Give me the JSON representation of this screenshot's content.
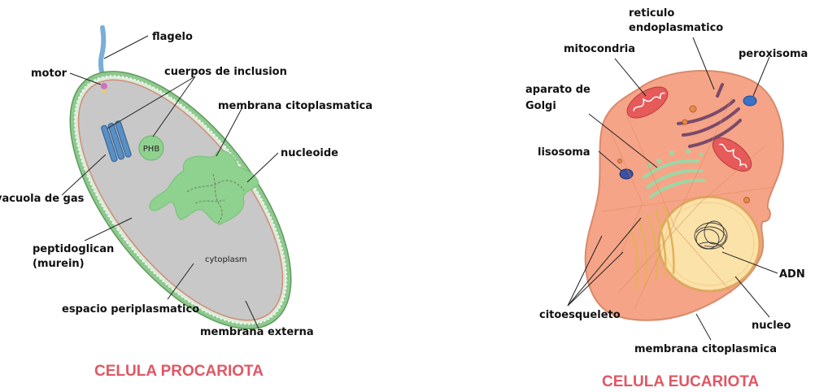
{
  "prokaryote": {
    "title": "CELULA PROCARIOTA",
    "labels": {
      "flagelo": "flagelo",
      "motor": "motor",
      "cuerpos": "cuerpos de inclusion",
      "membrana_citoplasmatica": "membrana citoplasmatica",
      "nucleoide": "nucleoide",
      "vacuola": "vacuola de gas",
      "peptidoglican_1": "peptidoglican",
      "peptidoglican_2": "(murein)",
      "espacio": "espacio periplasmatico",
      "membrana_externa": "membrana externa",
      "phb": "PHB",
      "cytoplasm": "cytoplasm"
    }
  },
  "eukaryote": {
    "title": "CELULA EUCARIOTA",
    "labels": {
      "reticulo_1": "reticulo",
      "reticulo_2": "endoplasmatico",
      "mitocondria": "mitocondria",
      "peroxisoma": "peroxisoma",
      "golgi_1": "aparato de",
      "golgi_2": "Golgi",
      "lisosoma": "lisosoma",
      "adn": "ADN",
      "citoesqueleto": "citoesqueleto",
      "nucleo": "nucleo",
      "membrana_citoplasmica": "membrana citoplasmica"
    }
  },
  "colors": {
    "title": "#e05763",
    "prokaryote_wall": "#8fc98f",
    "prokaryote_cytoplasm": "#c8c8c8",
    "nucleoid": "#8fd18f",
    "flagellum": "#7aaed6",
    "gas_vesicle": "#5a8fc4",
    "cell_body": "#f6a487",
    "nucleus": "#fbe2a8",
    "golgi": "#9bd8a6",
    "mitochondria": "#e65a5a",
    "er": "#7a4a6a",
    "er_cytoskeleton": "#e3b25a"
  }
}
